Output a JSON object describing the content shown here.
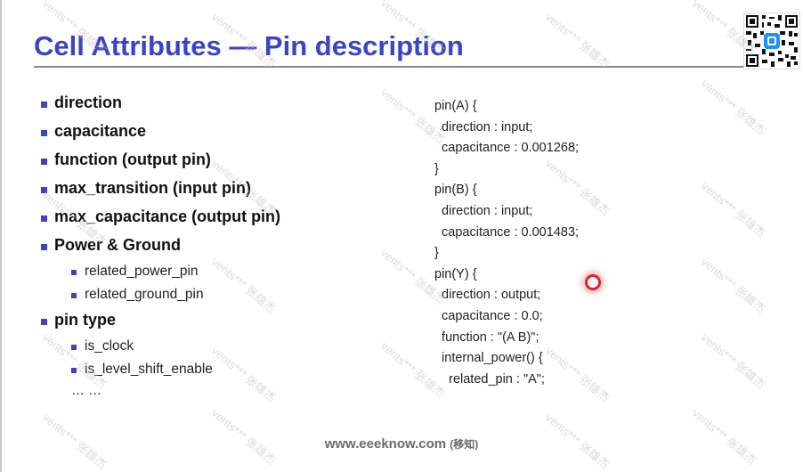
{
  "title": "Cell Attributes — Pin description",
  "bullets": [
    {
      "label": "direction"
    },
    {
      "label": "capacitance"
    },
    {
      "label": "function (output pin)"
    },
    {
      "label": "max_transition (input pin)"
    },
    {
      "label": "max_capacitance (output pin)"
    },
    {
      "label": "Power & Ground",
      "sub": [
        "related_power_pin",
        "related_ground_pin"
      ]
    },
    {
      "label": "pin type",
      "sub": [
        "is_clock",
        "is_level_shift_enable"
      ]
    }
  ],
  "ellipsis": "… …",
  "code_lines": [
    "pin(A) {",
    "  direction : input;",
    "  capacitance : 0.001268;",
    "}",
    "pin(B) {",
    "  direction : input;",
    "  capacitance : 0.001483;",
    "}",
    "pin(Y) {",
    "  direction : output;",
    "  capacitance : 0.0;",
    "  function : \"(A B)\";",
    "  internal_power() {",
    "    related_pin : \"A\";"
  ],
  "footer": {
    "url": "www.eeeknow.com",
    "suffix": "(移知)"
  },
  "watermark": "vents*** 张雄杰",
  "colors": {
    "accent": "#3a44c9",
    "cursor": "#e5202a"
  },
  "qr_icon": "qr-code-icon"
}
